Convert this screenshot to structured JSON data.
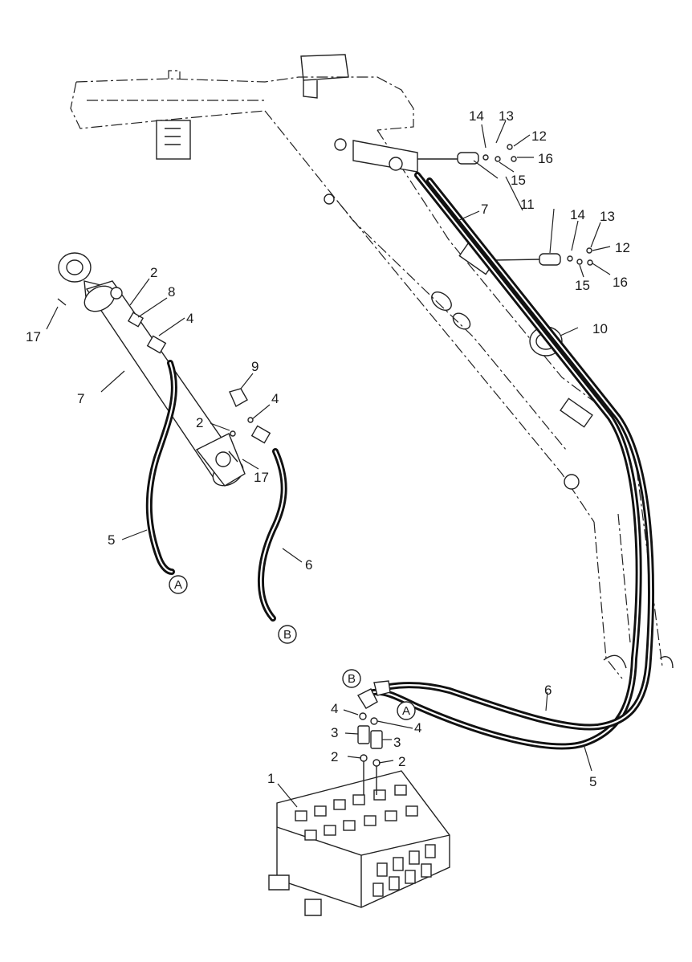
{
  "callouts": [
    "1",
    "2",
    "3",
    "4",
    "5",
    "6",
    "7",
    "8",
    "9",
    "10",
    "11",
    "12",
    "13",
    "14",
    "15",
    "16",
    "17"
  ],
  "connectors": {
    "a": "A",
    "b": "B"
  }
}
